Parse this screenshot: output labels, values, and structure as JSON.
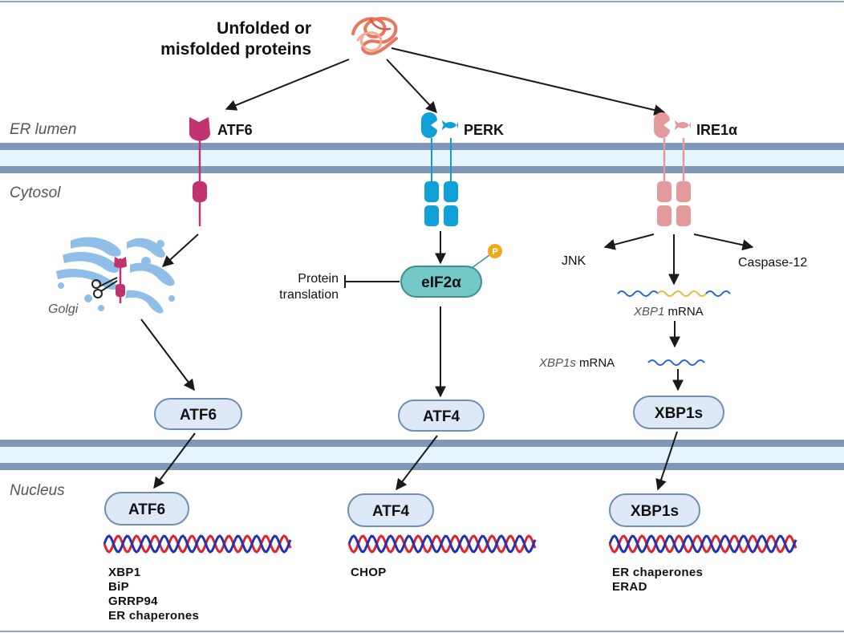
{
  "stressor": {
    "line1": "Unfolded or",
    "line2": "misfolded proteins"
  },
  "compartments": {
    "er_lumen": "ER lumen",
    "cytosol": "Cytosol",
    "nucleus": "Nucleus",
    "golgi": "Golgi"
  },
  "receptors": {
    "atf6": "ATF6",
    "perk": "PERK",
    "ire1": "IRE1α"
  },
  "perk_branch": {
    "eif2a": "eIF2α",
    "phospho": "P",
    "protein_translation_1": "Protein",
    "protein_translation_2": "translation",
    "atf4_cytosol": "ATF4",
    "atf4_nucleus": "ATF4",
    "targets": [
      "CHOP"
    ]
  },
  "atf6_branch": {
    "atf6_cytosol": "ATF6",
    "atf6_nucleus": "ATF6",
    "targets": [
      "XBP1",
      "BiP",
      "GRRP94",
      "ER chaperones"
    ]
  },
  "ire1_branch": {
    "jnk": "JNK",
    "caspase": "Caspase-12",
    "xbp1_mrna_gene": "XBP1",
    "xbp1_mrna_suffix": " mRNA",
    "xbp1s_mrna_gene": "XBP1s",
    "xbp1s_mrna_suffix": " mRNA",
    "xbp1s_cytosol": "XBP1s",
    "xbp1s_nucleus": "XBP1s",
    "targets": [
      "ER chaperones",
      "ERAD"
    ]
  },
  "colors": {
    "membrane_dark": "#7f97b8",
    "membrane_light": "#e6f4fb",
    "atf6": "#c0336f",
    "perk": "#119fd8",
    "ire1": "#e4999a",
    "golgi": "#8fbfe8",
    "eif2a_fill": "#73c7c7",
    "node_fill": "#dde9f7",
    "node_stroke": "#6e8eb9",
    "dna_red": "#e0242b",
    "dna_blue": "#2233b0",
    "phospho": "#f2a81c"
  }
}
